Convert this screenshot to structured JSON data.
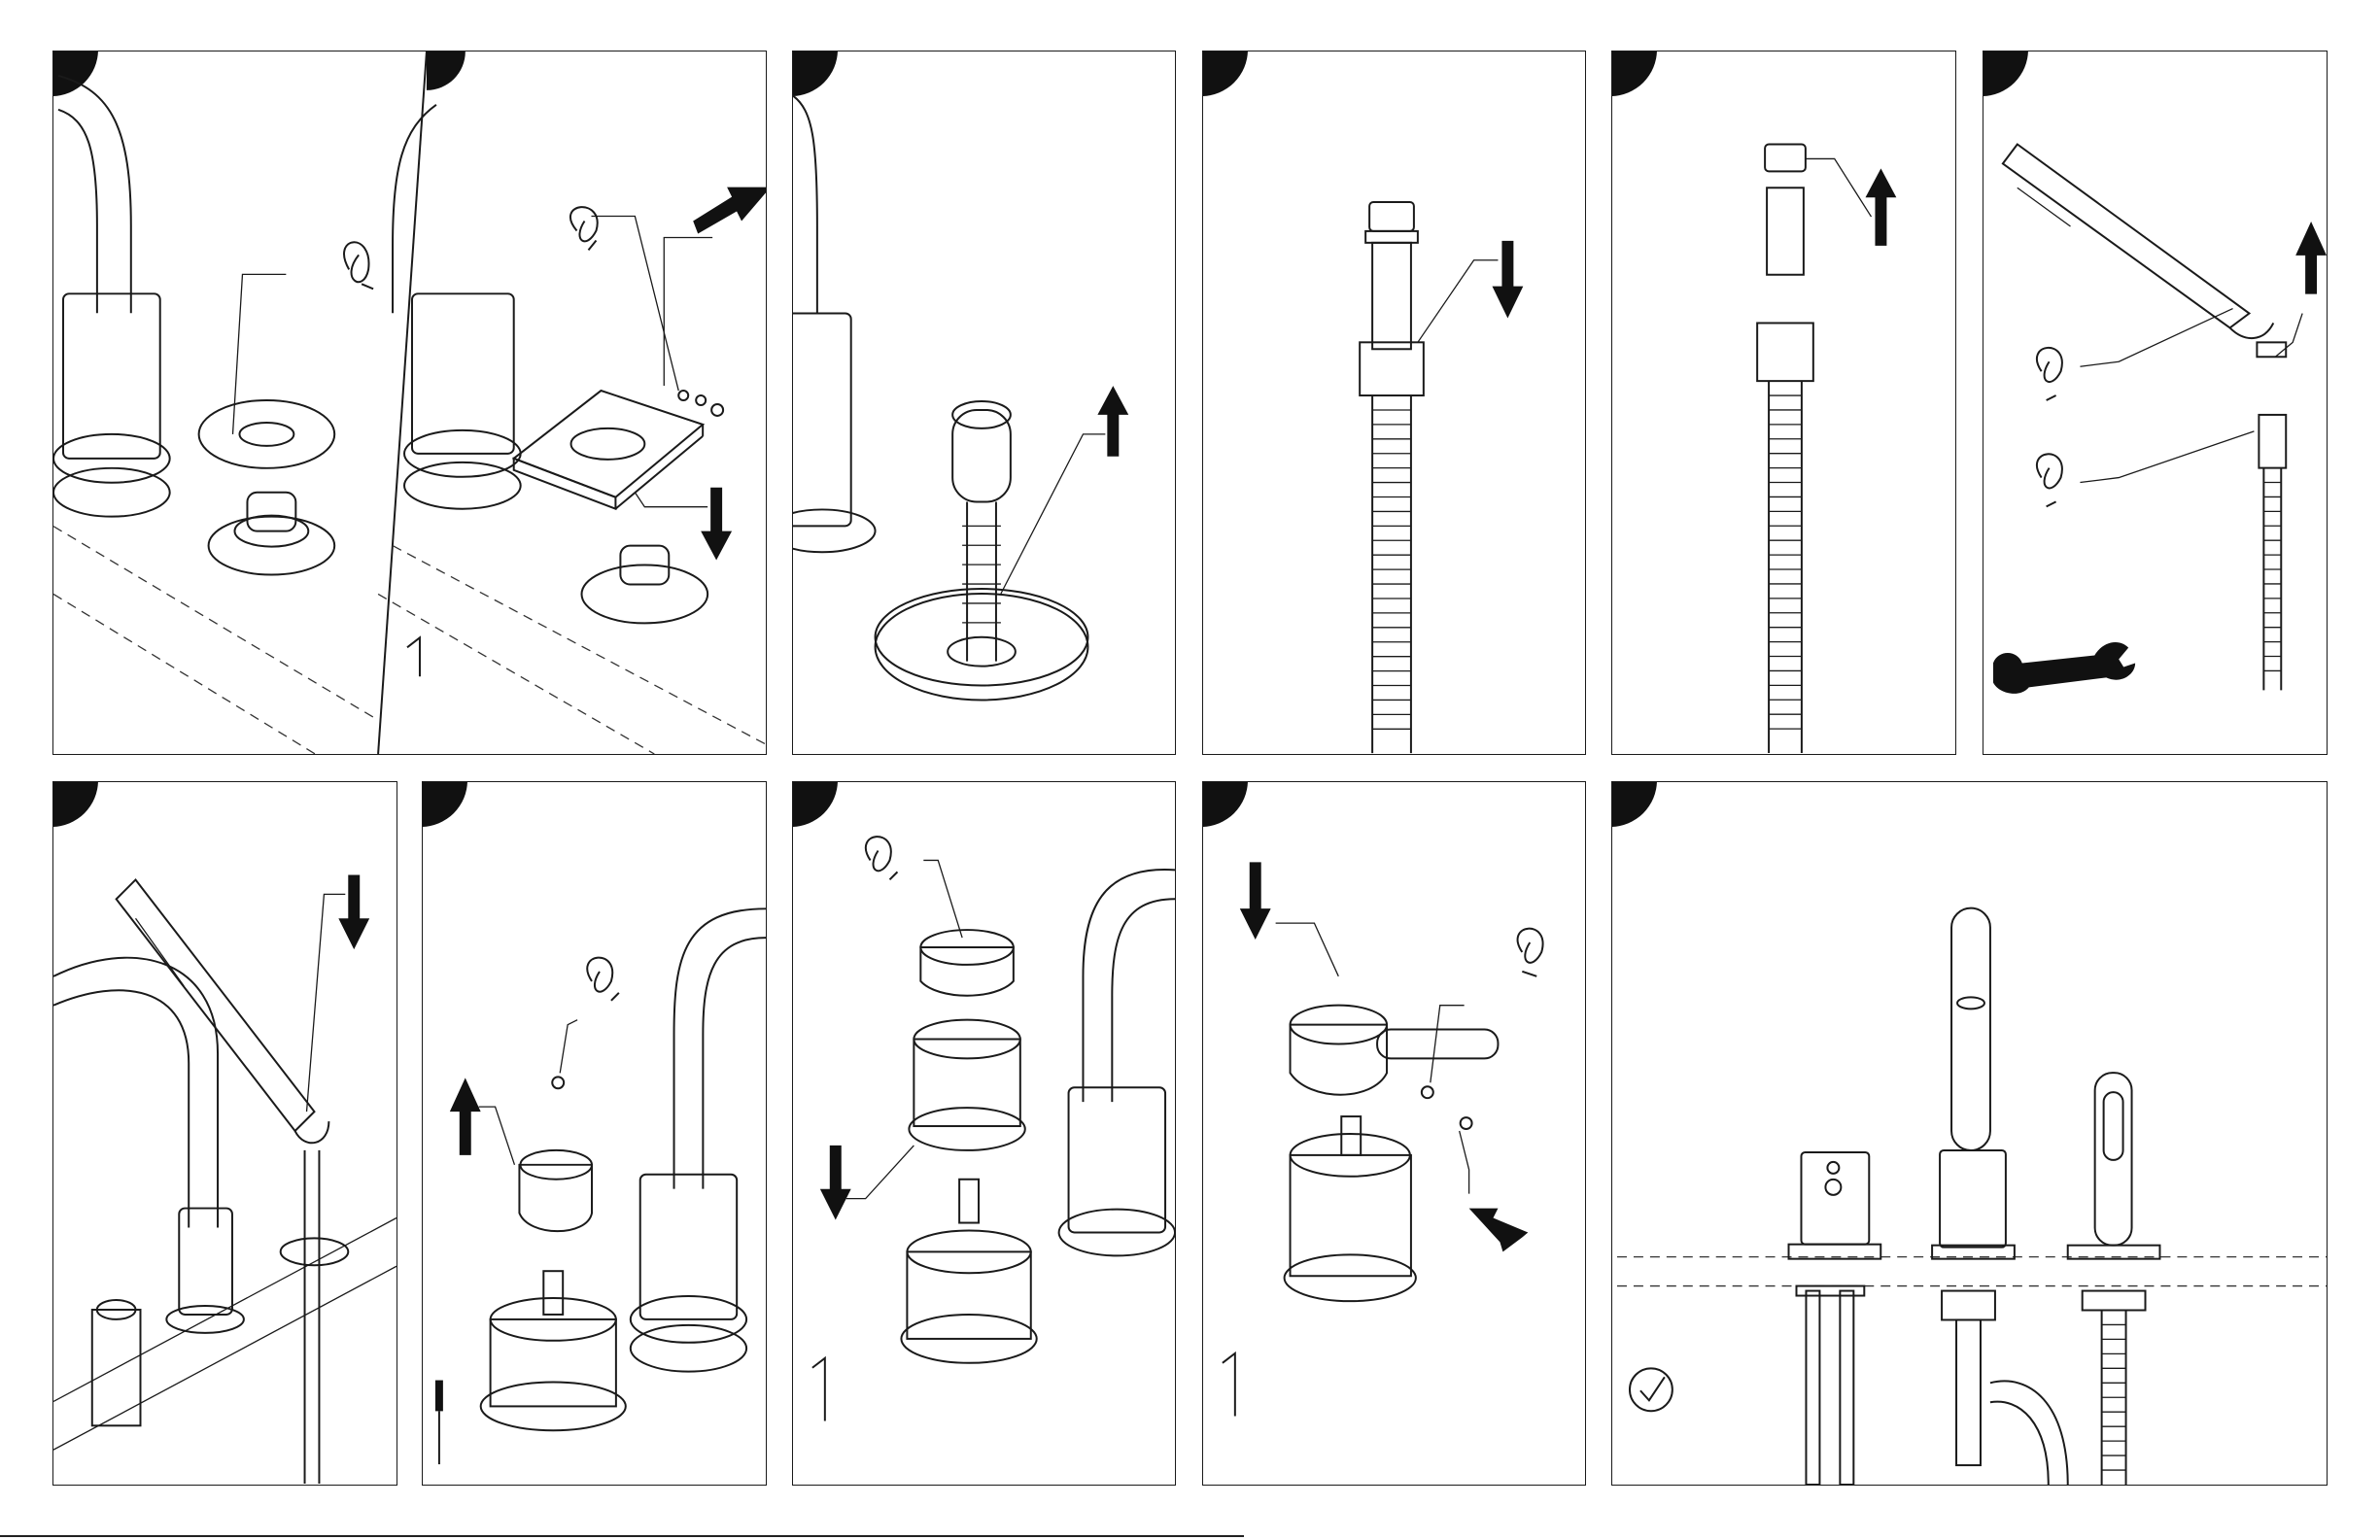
{
  "document": {
    "type": "installation-instruction-sheet",
    "steps": [
      {
        "id": "step-1",
        "icons": [
          "rotate-icon",
          "flange-ring",
          "valve-stem"
        ]
      },
      {
        "id": "step-2",
        "icons": [
          "rotate-icon",
          "down-arrow-icon",
          "in-arrow-icon",
          "square-escutcheon",
          "set-screw",
          "allen-key-icon"
        ]
      },
      {
        "id": "step-3",
        "icons": [
          "up-arrow-icon",
          "hose-guide",
          "escutcheon"
        ]
      },
      {
        "id": "step-4",
        "icons": [
          "down-arrow-icon",
          "hose-connector"
        ]
      },
      {
        "id": "step-5",
        "icons": [
          "up-arrow-icon",
          "hose-connector"
        ]
      },
      {
        "id": "step-6",
        "icons": [
          "up-arrow-icon",
          "rotate-icon",
          "hand-shower",
          "wrench-icon"
        ]
      },
      {
        "id": "step-7",
        "icons": [
          "down-arrow-icon",
          "hand-shower",
          "deck-assembly"
        ]
      },
      {
        "id": "step-8",
        "icons": [
          "rotate-icon",
          "up-arrow-icon",
          "cartridge",
          "screwdriver-icon"
        ]
      },
      {
        "id": "step-9",
        "icons": [
          "rotate-icon",
          "down-arrow-icon",
          "sleeve",
          "cartridge",
          "allen-key-icon"
        ]
      },
      {
        "id": "step-10",
        "icons": [
          "down-arrow-icon",
          "rotate-icon",
          "in-arrow-icon",
          "handle",
          "allen-key-icon"
        ]
      },
      {
        "id": "step-11",
        "icons": [
          "check-icon",
          "completed-faucet"
        ]
      }
    ],
    "colors": {
      "line": "#1a1a1a",
      "tab": "#111111",
      "background": "#ffffff"
    }
  }
}
